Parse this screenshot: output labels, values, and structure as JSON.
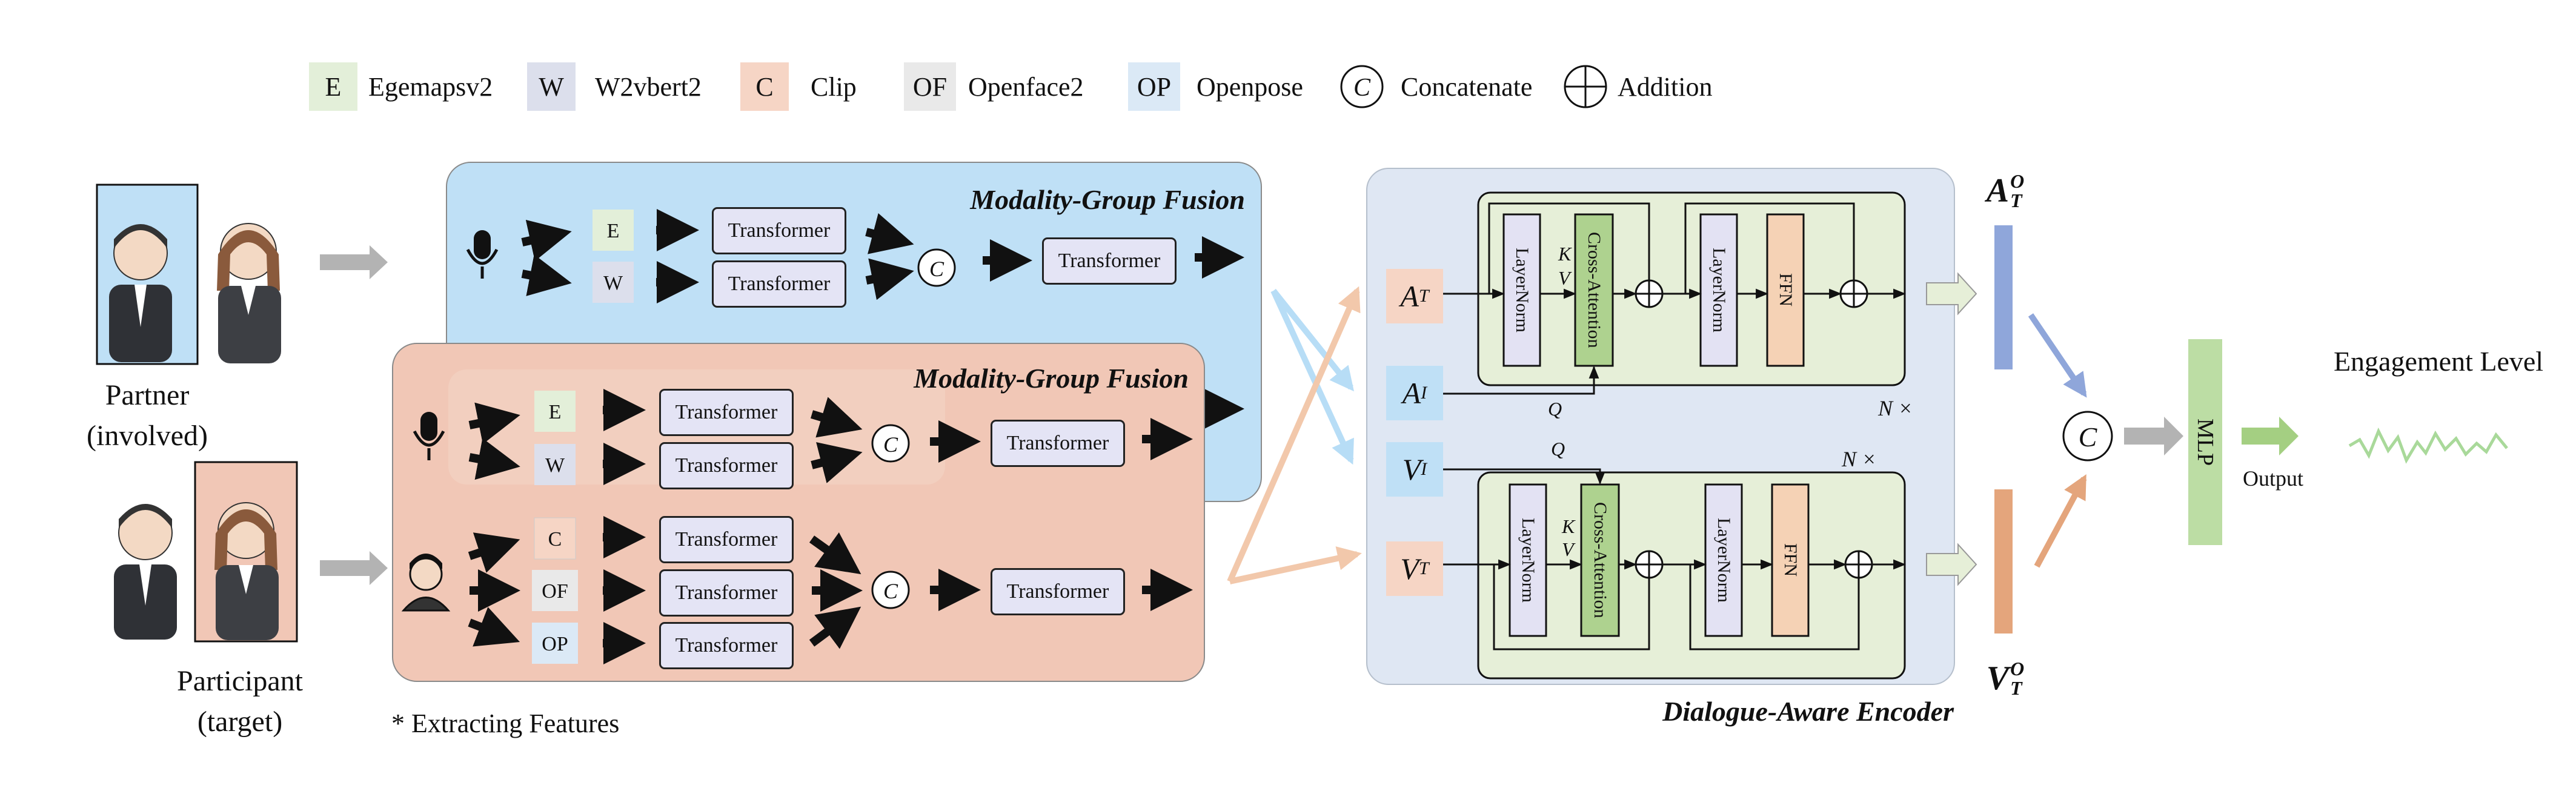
{
  "legend": [
    {
      "code": "E",
      "name": "Egemapsv2",
      "color": "#e3efd9"
    },
    {
      "code": "W",
      "name": "W2vbert2",
      "color": "#dcdfec"
    },
    {
      "code": "C",
      "name": "Clip",
      "color": "#f6d5c5"
    },
    {
      "code": "OF",
      "name": "Openface2",
      "color": "#e9e9e9"
    },
    {
      "code": "OP",
      "name": "Openpose",
      "color": "#dbe9f6"
    },
    {
      "code": "C",
      "name": "Concatenate",
      "symbol": "circle-c"
    },
    {
      "code": "+",
      "name": "Addition",
      "symbol": "circle-plus"
    }
  ],
  "people": {
    "partner_label": [
      "Partner",
      "(involved)"
    ],
    "participant_label": [
      "Participant",
      "(target)"
    ],
    "note": "* Extracting Features"
  },
  "fusion": {
    "title": "Modality-Group Fusion",
    "block_label": "Transformer",
    "audio_tags": [
      "E",
      "W"
    ],
    "visual_tags": [
      "C",
      "OF",
      "OP"
    ],
    "concat_symbol": "C"
  },
  "encoder": {
    "title": "Dialogue-Aware Encoder",
    "inputs": [
      {
        "base": "A",
        "sub": "T"
      },
      {
        "base": "A",
        "sub": "I"
      },
      {
        "base": "V",
        "sub": "I"
      },
      {
        "base": "V",
        "sub": "T"
      }
    ],
    "layernorm": "LayerNorm",
    "cross_attention": "Cross-Attention",
    "ffn": "FFN",
    "k": "K",
    "v": "V",
    "q": "Q",
    "repeat": "N ×"
  },
  "outputs": {
    "a_out": {
      "base": "A",
      "sub": "T",
      "sup": "O"
    },
    "v_out": {
      "base": "V",
      "sub": "T",
      "sup": "O"
    },
    "concat_symbol": "C",
    "mlp": "MLP",
    "output_label": "Output",
    "final_label": "Engagement Level"
  },
  "colors": {
    "blue_panel": "#bfe0f6",
    "red_panel": "#f1c7b6",
    "encoder_panel": "#dfe7f3",
    "block_panel": "#e6efd8",
    "layernorm": "#e3e2f3",
    "cross_attention": "#aed28f",
    "ffn": "#f5d2b5",
    "a_bar": "#8fa6da",
    "v_bar": "#e4a57c",
    "mlp": "#bcdda4",
    "arrow_gray": "#b3b3b3",
    "arrow_light_blue": "#b7ddf6",
    "arrow_peach": "#f2c8ab"
  }
}
